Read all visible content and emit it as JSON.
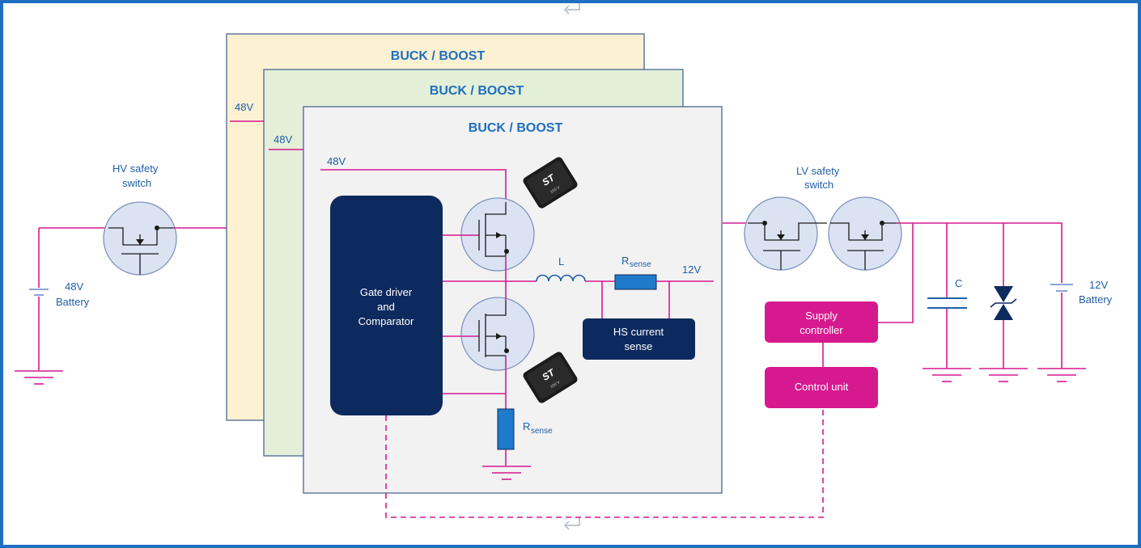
{
  "diagram": {
    "hv_switch_label_line1": "HV safety",
    "hv_switch_label_line2": "switch",
    "lv_switch_label_line1": "LV safety",
    "lv_switch_label_line2": "switch",
    "battery_48_line1": "48V",
    "battery_48_line2": "Battery",
    "battery_12_line1": "12V",
    "battery_12_line2": "Battery",
    "panel_titles": [
      "BUCK / BOOST",
      "BUCK / BOOST",
      "BUCK / BOOST"
    ],
    "rail_48v_labels": [
      "48V",
      "48V",
      "48V"
    ],
    "gate_driver_line1": "Gate driver",
    "gate_driver_line2": "and",
    "gate_driver_line3": "Comparator",
    "hs_sense_line1": "HS current",
    "hs_sense_line2": "sense",
    "inductor_label": "L",
    "rsense_main": "R",
    "rsense_sub": "sense",
    "output_12v": "12V",
    "supply_controller_line1": "Supply",
    "supply_controller_line2": "controller",
    "control_unit": "Control unit",
    "capacitor_label": "C",
    "chip_marking": "100 V",
    "colors": {
      "wire": "#d6198f",
      "panel_back": "#fdf1d4",
      "panel_mid": "#e4efd9",
      "panel_front": "#f2f2f2",
      "dark_block": "#0d2a5e",
      "magenta_block": "#d6198f",
      "resistor": "#1f7acb",
      "border": "#1f6fc0"
    }
  }
}
